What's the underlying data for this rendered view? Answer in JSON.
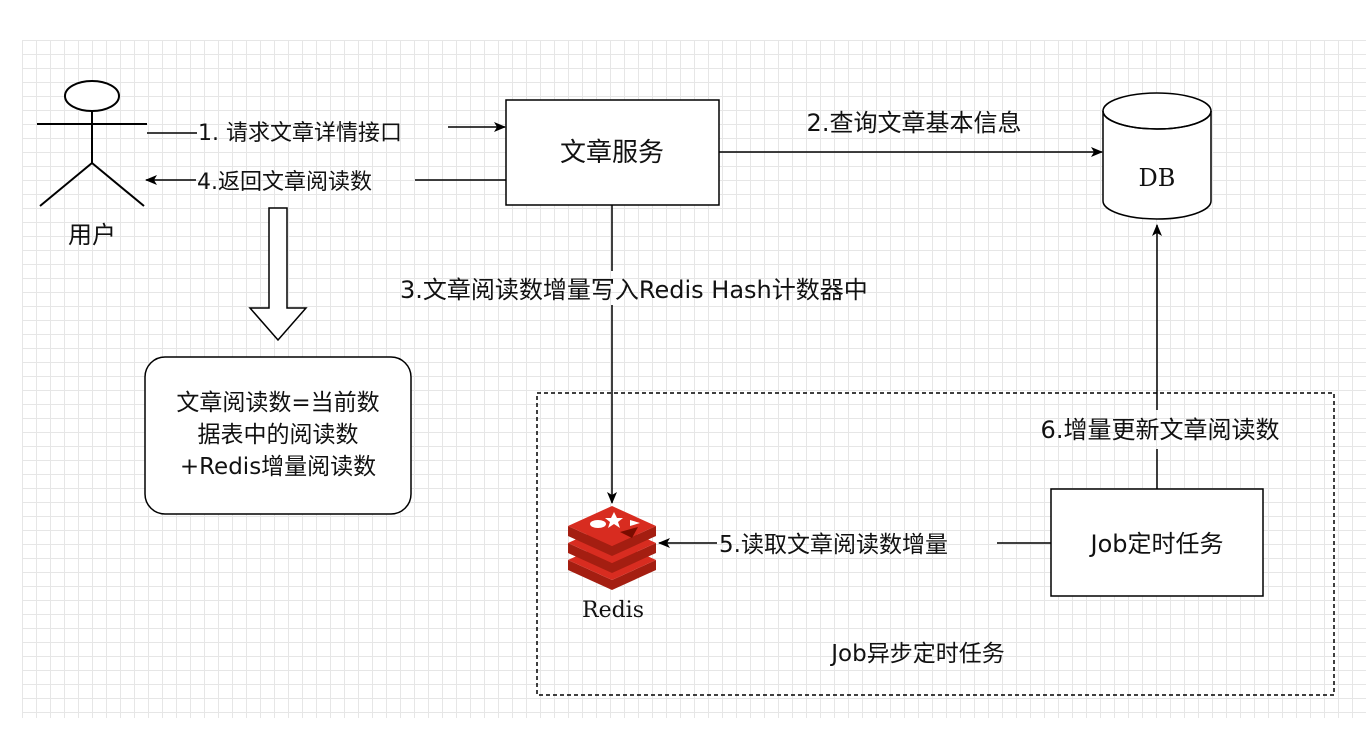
{
  "actor": {
    "label": "用户"
  },
  "nodes": {
    "article_service": "文章服务",
    "db": "DB",
    "job": "Job定时任务",
    "redis": "Redis",
    "job_group": "Job异步定时任务",
    "formula": {
      "line1": "文章阅读数=当前数",
      "line2": "据表中的阅读数",
      "line3": "+Redis增量阅读数"
    }
  },
  "edges": {
    "step1": "1. 请求文章详情接口",
    "step2": "2.查询文章基本信息",
    "step3": "3.文章阅读数增量写入Redis Hash计数器中",
    "step4": "4.返回文章阅读数",
    "step5": "5.读取文章阅读数增量",
    "step6": "6.增量更新文章阅读数"
  },
  "icons": {
    "actor": "stick-figure-icon",
    "db": "cylinder-database-icon",
    "redis": "redis-logo-icon",
    "hollow_arrow": "hollow-down-arrow-icon"
  },
  "colors": {
    "stroke": "#000000",
    "redis_red": "#c6302b",
    "redis_dark": "#a41e11",
    "grid": "#e6e6e6"
  }
}
